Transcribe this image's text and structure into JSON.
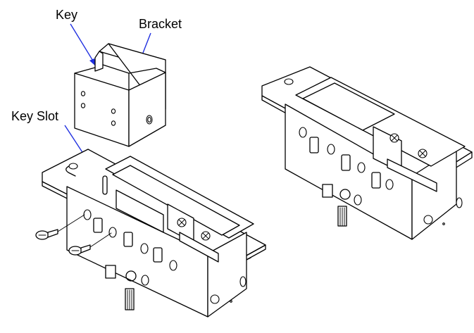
{
  "callouts": {
    "key": "Key",
    "bracket": "Bracket",
    "key_slot": "Key Slot"
  },
  "colors": {
    "line": "#000000",
    "arrow": "#1f2fe0",
    "background": "#ffffff"
  }
}
